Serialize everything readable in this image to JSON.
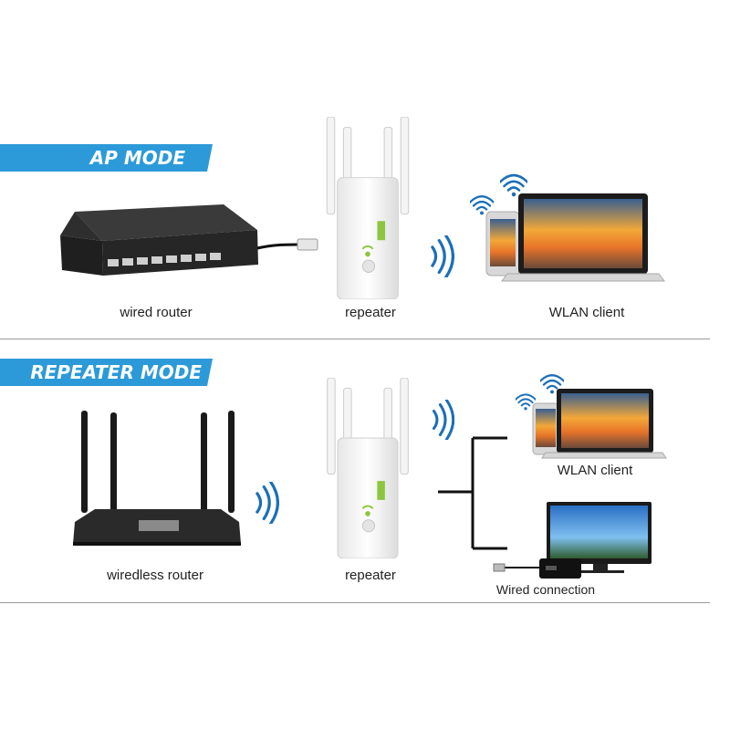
{
  "sections": [
    {
      "banner": "AP MODE",
      "labels": {
        "source": "wired router",
        "repeater": "repeater",
        "client": "WLAN client"
      }
    },
    {
      "banner": "REPEATER MODE",
      "labels": {
        "source": "wiredless router",
        "repeater": "repeater",
        "client": "WLAN client",
        "wired": "Wired connection"
      }
    }
  ],
  "colors": {
    "banner": "#2c9ad8",
    "wifi": "#1b6fb8",
    "device_dark": "#2a2a2a",
    "repeater": "#f2f2f2",
    "led": "#8cc63f"
  }
}
